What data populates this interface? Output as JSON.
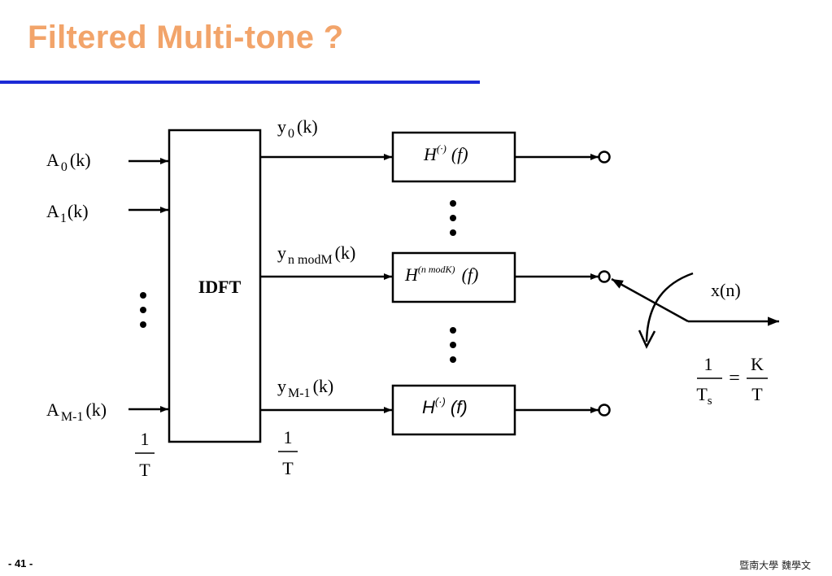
{
  "slide": {
    "title": "Filtered Multi-tone ?",
    "page_number": "- 41 -",
    "author": "暨南大學 魏學文"
  },
  "diagram": {
    "inputs": [
      {
        "base": "A",
        "sub": "0",
        "arg": "(k)"
      },
      {
        "base": "A",
        "sub": "1",
        "arg": "(k)"
      },
      {
        "base": "A",
        "sub": "M-1",
        "arg": "(k)"
      }
    ],
    "block_label": "IDFT",
    "outputs": [
      {
        "base": "y",
        "sub": "0",
        "arg": "(k)"
      },
      {
        "base": "y",
        "sub": "n modM",
        "arg": "(k)"
      },
      {
        "base": "y",
        "sub": "M-1",
        "arg": "(k)"
      }
    ],
    "filters": [
      {
        "base": "H",
        "sup": "(·)",
        "arg": "(f)"
      },
      {
        "base": "H",
        "sup": "(n modK)",
        "arg": "(f)"
      },
      {
        "base": "H",
        "sup": "(·)",
        "arg": "(f)"
      }
    ],
    "input_rate": {
      "num": "1",
      "den": "T"
    },
    "output_rate": {
      "num": "1",
      "den": "T"
    },
    "output_label": "x(n)",
    "rate_equation": {
      "lhs_num": "1",
      "lhs_den": "T",
      "lhs_den_sub": "s",
      "equals": "=",
      "rhs_num": "K",
      "rhs_den": "T"
    }
  }
}
